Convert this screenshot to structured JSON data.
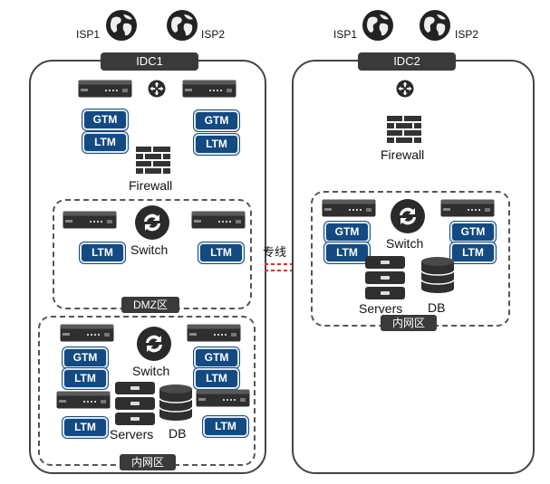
{
  "idc1": {
    "title": "IDC1",
    "isp1": "ISP1",
    "isp2": "ISP2",
    "gtm": "GTM",
    "ltm": "LTM",
    "firewall": "Firewall",
    "dmz": {
      "title": "DMZ区",
      "switch": "Switch",
      "ltm": "LTM"
    },
    "intranet": {
      "title": "内网区",
      "switch": "Switch",
      "gtm": "GTM",
      "ltm": "LTM",
      "servers": "Servers",
      "db": "DB"
    }
  },
  "idc2": {
    "title": "IDC2",
    "isp1": "ISP1",
    "isp2": "ISP2",
    "firewall": "Firewall",
    "intranet": {
      "title": "内网区",
      "switch": "Switch",
      "gtm": "GTM",
      "ltm": "LTM",
      "servers": "Servers",
      "db": "DB"
    }
  },
  "link": {
    "label": "专线",
    "color": "#d9302c"
  },
  "colors": {
    "badge": "#134a82",
    "tab": "#3a3a3a",
    "border": "#444444"
  },
  "icons": [
    "globe-icon",
    "router-icon",
    "server-icon",
    "firewall-icon",
    "switch-icon",
    "server-stack-icon",
    "database-icon"
  ]
}
